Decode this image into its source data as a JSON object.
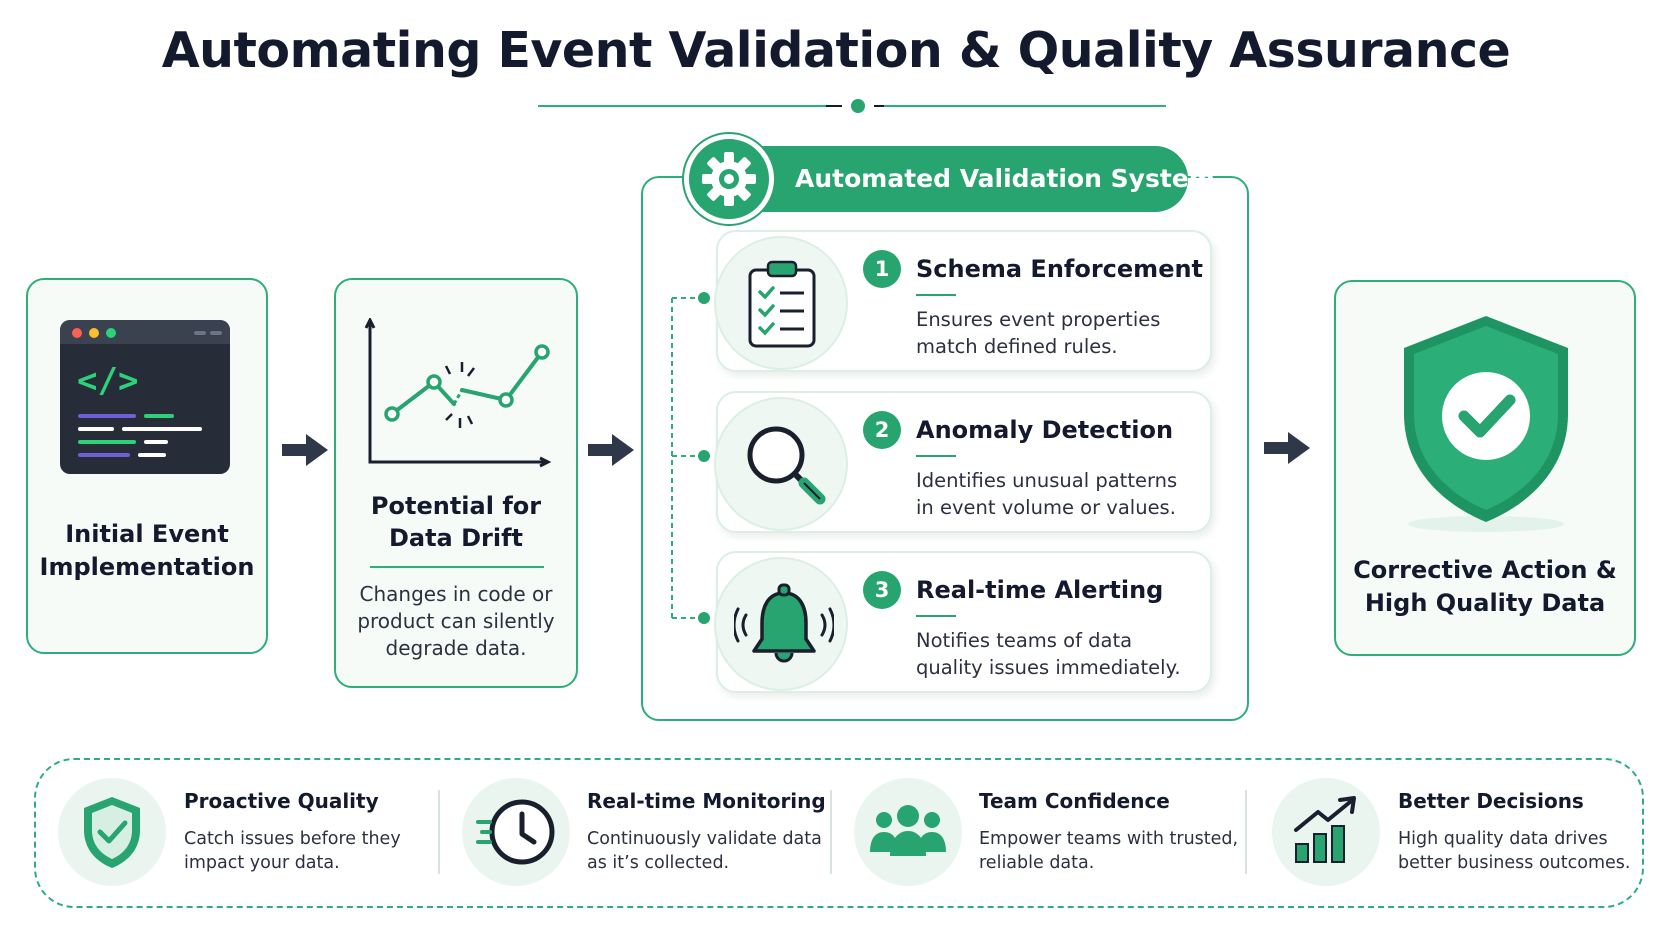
{
  "title": "Automating Event Validation & Quality Assurance",
  "colors": {
    "accent": "#27a46f",
    "dark": "#141a2e",
    "light_bg": "#f6fbf8"
  },
  "flow": {
    "initial": {
      "label_line1": "Initial Event",
      "label_line2": "Implementation",
      "icon": "code-window-icon"
    },
    "drift": {
      "label_line1": "Potential for",
      "label_line2": "Data Drift",
      "desc_line1": "Changes in code or",
      "desc_line2": "product can silently",
      "desc_line3": "degrade data.",
      "icon": "broken-line-chart-icon"
    },
    "system": {
      "label": "Automated Validation System",
      "icon": "gear-icon",
      "steps": [
        {
          "num": "1",
          "title": "Schema Enforcement",
          "desc_line1": "Ensures event properties",
          "desc_line2": "match defined rules.",
          "icon": "clipboard-checklist-icon"
        },
        {
          "num": "2",
          "title": "Anomaly Detection",
          "desc_line1": "Identifies unusual patterns",
          "desc_line2": "in event volume or values.",
          "icon": "magnifier-icon"
        },
        {
          "num": "3",
          "title": "Real-time Alerting",
          "desc_line1": "Notifies teams of data",
          "desc_line2": "quality issues immediately.",
          "icon": "bell-icon"
        }
      ]
    },
    "result": {
      "label_line1": "Corrective Action &",
      "label_line2": "High Quality Data",
      "icon": "shield-check-icon"
    }
  },
  "benefits": [
    {
      "title": "Proactive Quality",
      "desc_line1": "Catch issues before they",
      "desc_line2": "impact your data.",
      "icon": "shield-check-icon"
    },
    {
      "title": "Real-time Monitoring",
      "desc_line1": "Continuously validate data",
      "desc_line2": "as it’s collected.",
      "icon": "clock-icon"
    },
    {
      "title": "Team Confidence",
      "desc_line1": "Empower teams with trusted,",
      "desc_line2": "reliable data.",
      "icon": "team-icon"
    },
    {
      "title": "Better Decisions",
      "desc_line1": "High quality data drives",
      "desc_line2": "better business outcomes.",
      "icon": "growth-chart-icon"
    }
  ]
}
